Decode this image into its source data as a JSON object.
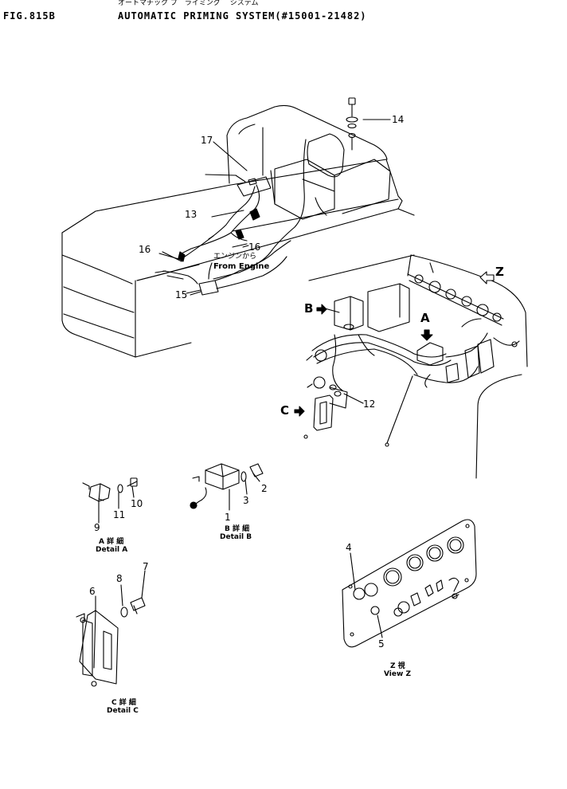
{
  "header": {
    "figure_number": "FIG.815B",
    "title_jp": "オートマチック プ゛ライミング゛ システム",
    "title_en": "AUTOMATIC PRIMING SYSTEM(#15001-21482)"
  },
  "note": {
    "engine_jp": "エンジンから",
    "engine_en": "From Engine"
  },
  "views": {
    "z_label": "Z",
    "b_label": "B",
    "a_label": "A",
    "c_label": "C"
  },
  "callouts": {
    "c1": "1",
    "c2": "2",
    "c3": "3",
    "c4": "4",
    "c5": "5",
    "c6": "6",
    "c7": "7",
    "c8": "8",
    "c9": "9",
    "c10": "10",
    "c11": "11",
    "c12": "12",
    "c13": "13",
    "c14": "14",
    "c15": "15",
    "c16a": "16",
    "c16b": "16",
    "c17": "17"
  },
  "captions": {
    "detail_a_jp": "A 詳 細",
    "detail_a_en": "Detail A",
    "detail_b_jp": "B 詳 細",
    "detail_b_en": "Detail B",
    "detail_c_jp": "C 詳 細",
    "detail_c_en": "Detail C",
    "view_z_jp": "Z 視",
    "view_z_en": "View Z"
  }
}
